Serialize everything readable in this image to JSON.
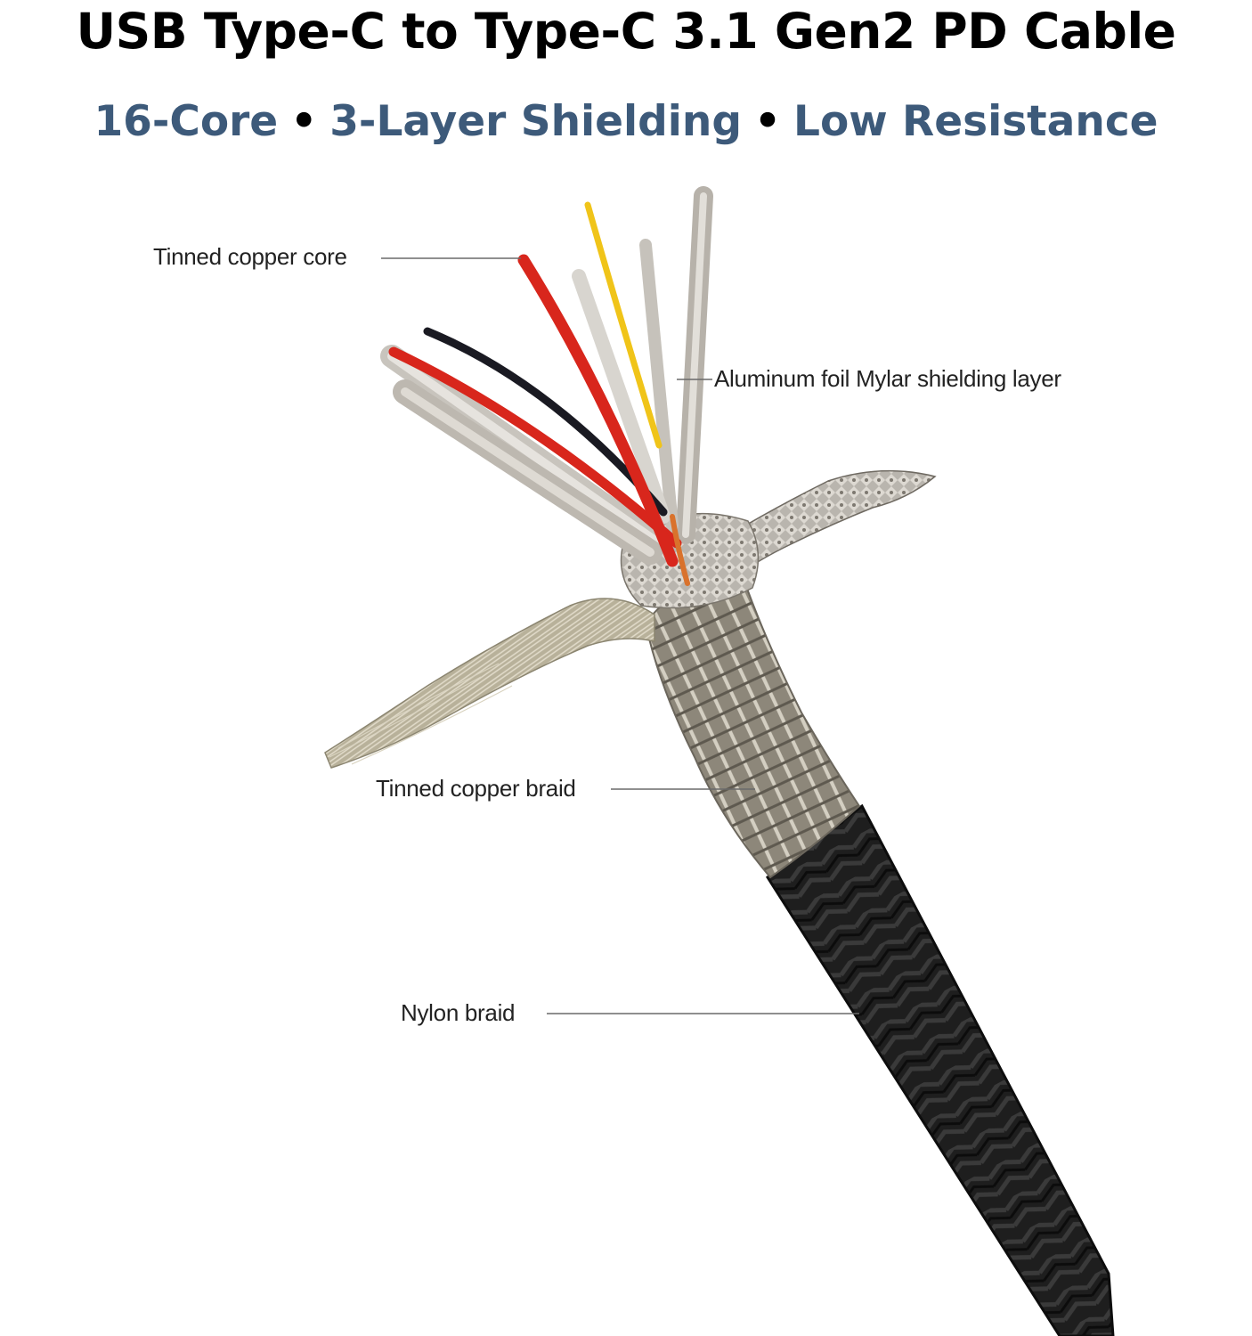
{
  "header": {
    "title": "USB Type-C to Type-C 3.1 Gen2 PD Cable",
    "features": [
      "16-Core",
      "3-Layer Shielding",
      "Low Resistance"
    ],
    "separator": "•"
  },
  "callouts": {
    "core": "Tinned copper core",
    "foil": "Aluminum foil Mylar shielding layer",
    "braid": "Tinned copper braid",
    "nylon": "Nylon braid"
  },
  "colors": {
    "title": "#000000",
    "subtitle": "#3d5a7a",
    "nylon_jacket": "#1c1c1c",
    "copper_braid": "#9a9486",
    "wire_red": "#d8261c",
    "wire_yellow": "#f0c419",
    "wire_black": "#1a1a22"
  }
}
